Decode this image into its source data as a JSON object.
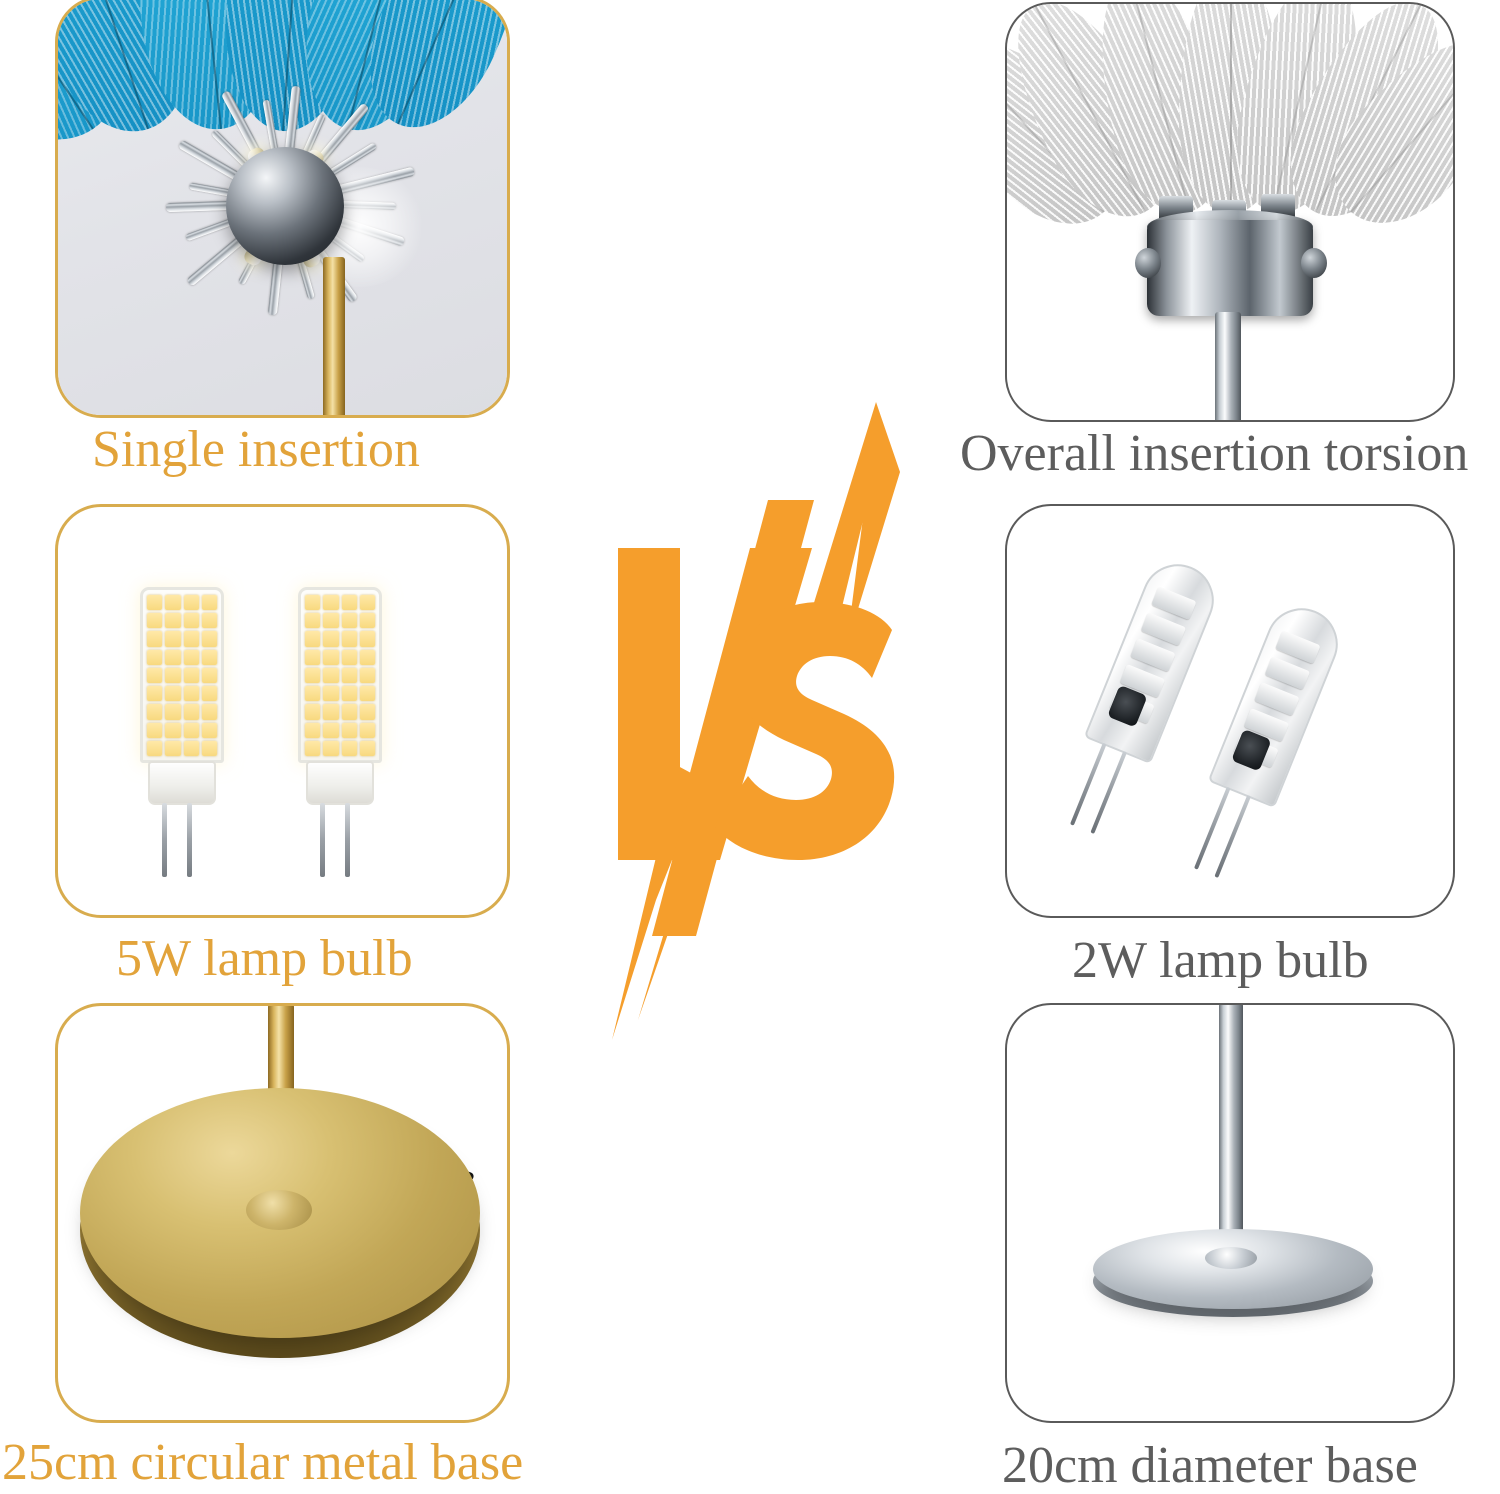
{
  "comparison": {
    "vs_label": "VS",
    "left": {
      "accent_color": "#E2A33A",
      "border_color": "#D8AC4E",
      "features": [
        {
          "caption": "Single insertion",
          "icon": "sputnik-lamp-head-icon"
        },
        {
          "caption": "5W lamp bulb",
          "icon": "g4-corn-led-bulb-icon"
        },
        {
          "caption": "25cm circular metal base",
          "icon": "gold-round-lamp-base-icon"
        }
      ]
    },
    "right": {
      "accent_color": "#5d5d5d",
      "border_color": "#5a5a5a",
      "features": [
        {
          "caption": "Overall insertion torsion",
          "icon": "chrome-hub-lamp-head-icon"
        },
        {
          "caption": "2W lamp bulb",
          "icon": "g4-silicone-capsule-bulb-icon"
        },
        {
          "caption": "20cm diameter base",
          "icon": "chrome-round-lamp-base-icon"
        }
      ]
    }
  },
  "colors": {
    "accent_orange": "#F59E2C",
    "gold_text": "#E2A33A",
    "gold_border": "#D8AC4E",
    "grey_text": "#5d5d5d",
    "grey_border": "#5a5a5a",
    "background": "#FFFFFF",
    "feather_left": "#1FA6D6",
    "feather_right": "#E4E4E4",
    "metal_gold": "#C2A757",
    "metal_chrome": "#B4BBC2"
  }
}
